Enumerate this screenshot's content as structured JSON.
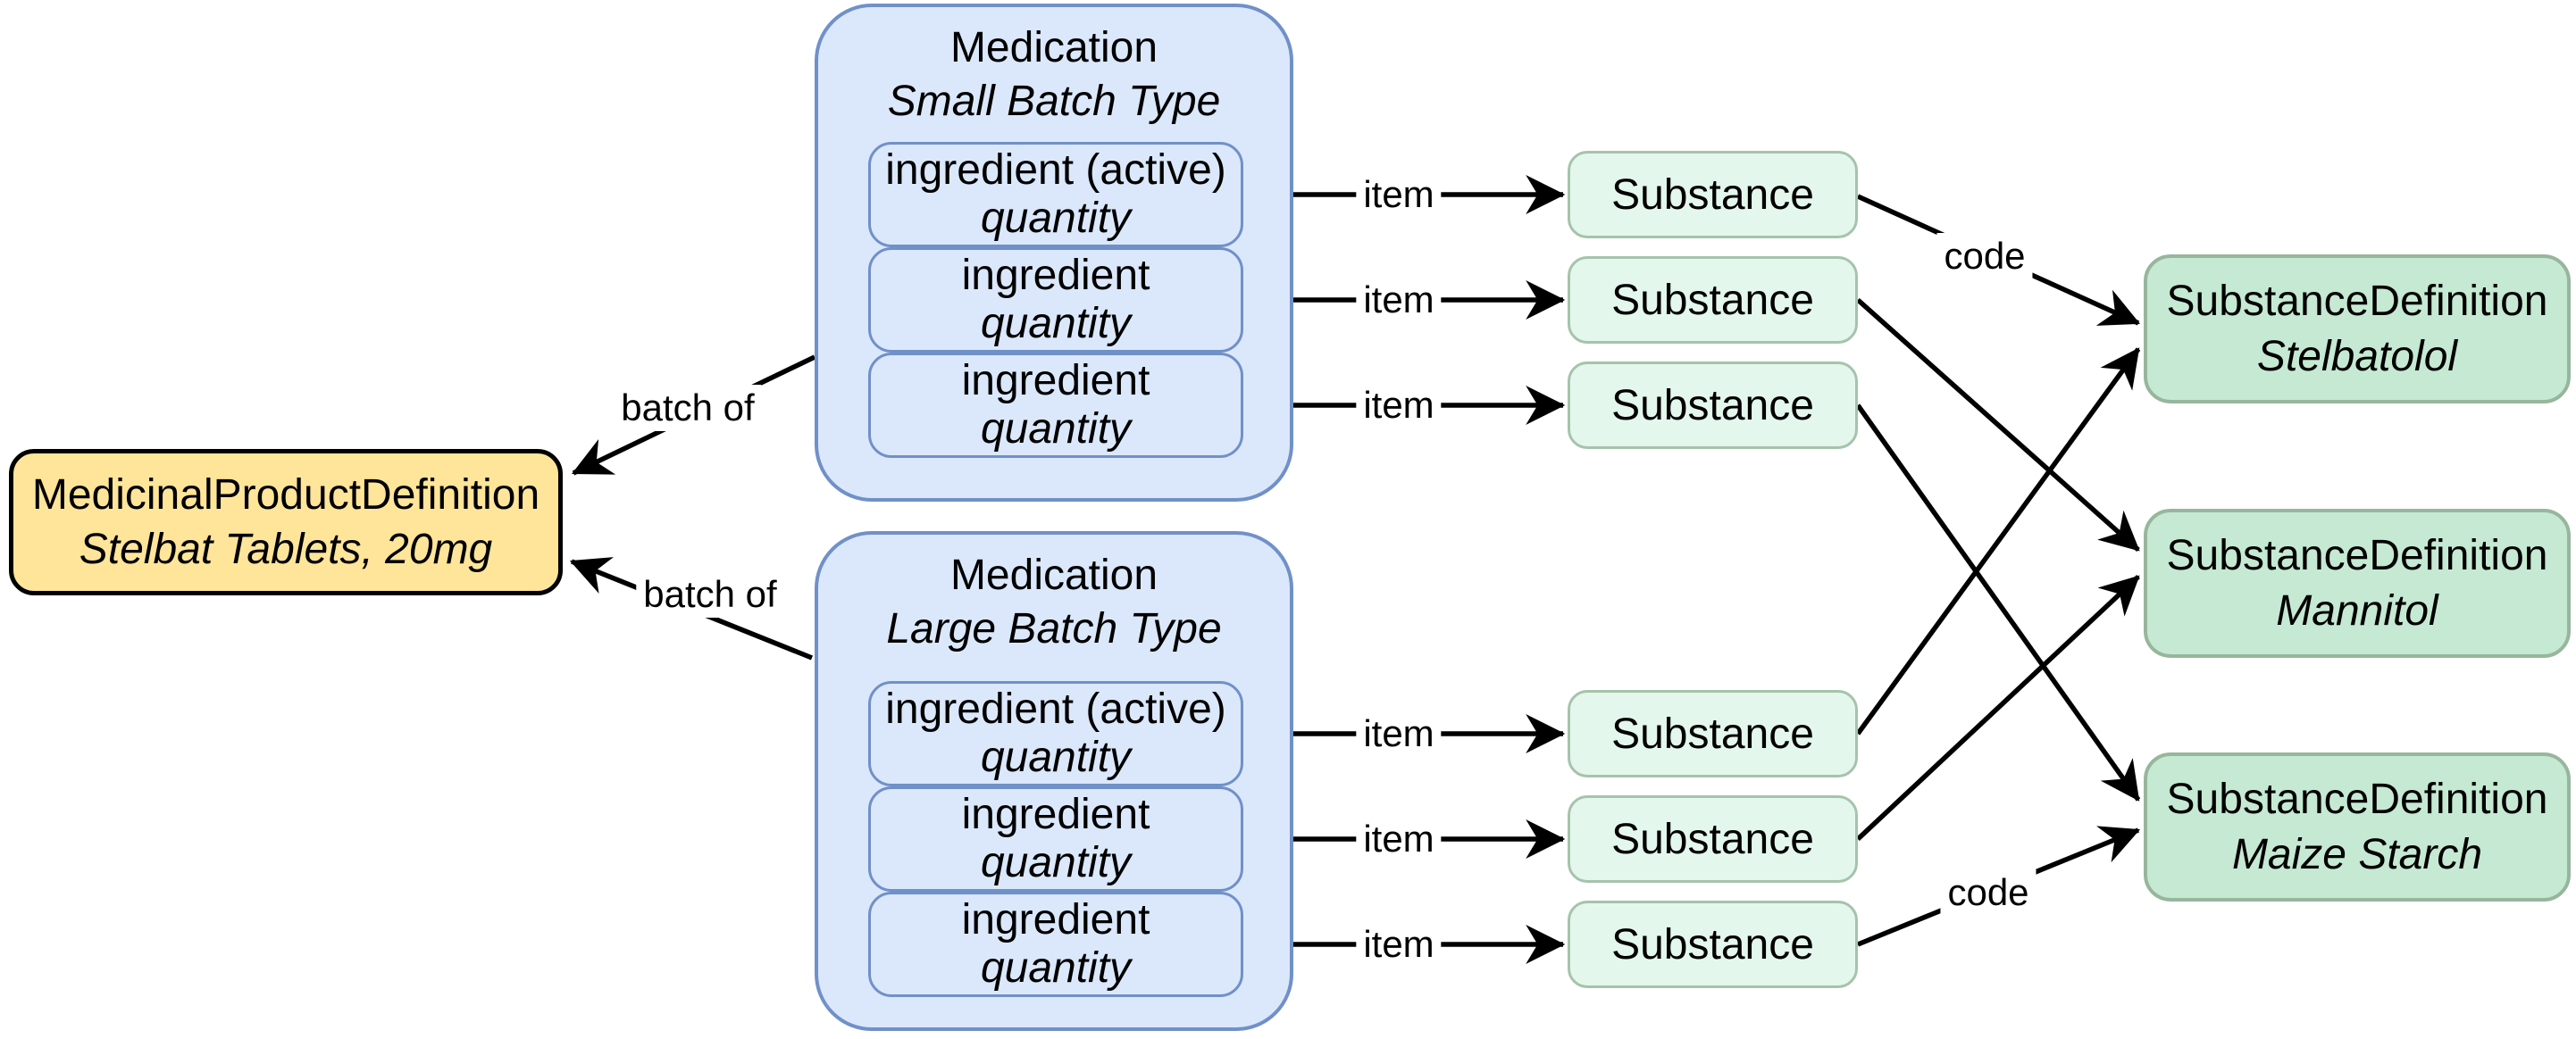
{
  "nodes": {
    "product": {
      "title": "MedicinalProductDefinition",
      "subtitle": "Stelbat Tablets, 20mg"
    },
    "medications": [
      {
        "title": "Medication",
        "subtitle": "Small Batch Type",
        "ingredients": [
          {
            "name": "ingredient (active)",
            "detail": "quantity"
          },
          {
            "name": "ingredient",
            "detail": "quantity"
          },
          {
            "name": "ingredient",
            "detail": "quantity"
          }
        ]
      },
      {
        "title": "Medication",
        "subtitle": "Large Batch Type",
        "ingredients": [
          {
            "name": "ingredient (active)",
            "detail": "quantity"
          },
          {
            "name": "ingredient",
            "detail": "quantity"
          },
          {
            "name": "ingredient",
            "detail": "quantity"
          }
        ]
      }
    ],
    "substances": [
      "Substance",
      "Substance",
      "Substance",
      "Substance",
      "Substance",
      "Substance"
    ],
    "substance_definitions": [
      {
        "title": "SubstanceDefinition",
        "subtitle": "Stelbatolol"
      },
      {
        "title": "SubstanceDefinition",
        "subtitle": "Mannitol"
      },
      {
        "title": "SubstanceDefinition",
        "subtitle": "Maize Starch"
      }
    ]
  },
  "edge_labels": {
    "item": "item",
    "code": "code",
    "batch_of": "batch of"
  },
  "edges": [
    {
      "from": "medication-small",
      "to": "medicinal-product-definition",
      "label": "batch of"
    },
    {
      "from": "medication-large",
      "to": "medicinal-product-definition",
      "label": "batch of"
    },
    {
      "from": "medication-small-ingredient-active",
      "to": "substance-1",
      "label": "item"
    },
    {
      "from": "medication-small-ingredient-2",
      "to": "substance-2",
      "label": "item"
    },
    {
      "from": "medication-small-ingredient-3",
      "to": "substance-3",
      "label": "item"
    },
    {
      "from": "medication-large-ingredient-active",
      "to": "substance-4",
      "label": "item"
    },
    {
      "from": "medication-large-ingredient-2",
      "to": "substance-5",
      "label": "item"
    },
    {
      "from": "medication-large-ingredient-3",
      "to": "substance-6",
      "label": "item"
    },
    {
      "from": "substance-1",
      "to": "substance-definition-stelbatolol",
      "label": "code"
    },
    {
      "from": "substance-2",
      "to": "substance-definition-mannitol",
      "label": ""
    },
    {
      "from": "substance-3",
      "to": "substance-definition-maize-starch",
      "label": ""
    },
    {
      "from": "substance-4",
      "to": "substance-definition-stelbatolol",
      "label": ""
    },
    {
      "from": "substance-5",
      "to": "substance-definition-mannitol",
      "label": ""
    },
    {
      "from": "substance-6",
      "to": "substance-definition-maize-starch",
      "label": "code"
    }
  ],
  "colors": {
    "product_fill": "#FFE599",
    "product_border": "#000000",
    "medication_fill": "#DBE8FB",
    "medication_border": "#7090C8",
    "substance_fill": "#E4F7EC",
    "substance_border": "#A6C3AB",
    "substance_definition_fill": "#C5E9D3",
    "substance_definition_border": "#97B69C",
    "edge": "#000000",
    "text": "#000000"
  }
}
